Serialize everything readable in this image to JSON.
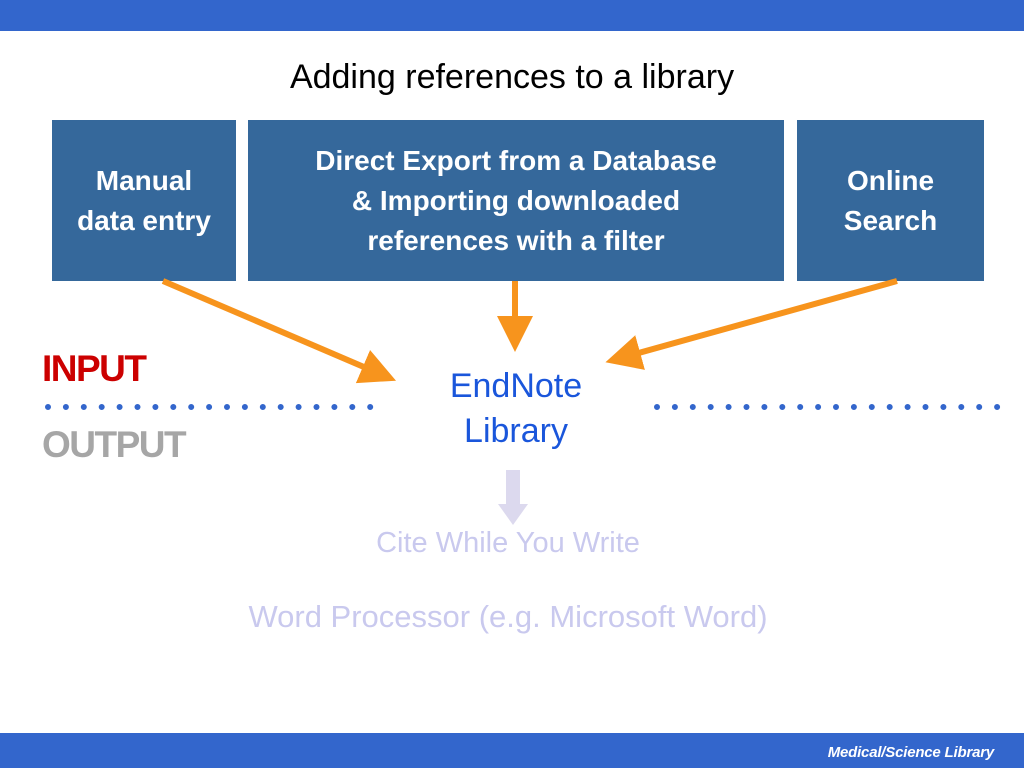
{
  "slide": {
    "title": "Adding references to a library",
    "footer": "Medical/Science Library"
  },
  "sources": [
    {
      "label": "Manual\ndata entry"
    },
    {
      "label": "Direct Export from a Database\n& Importing downloaded\nreferences with a filter"
    },
    {
      "label": "Online\nSearch"
    }
  ],
  "labels": {
    "input": "INPUT",
    "output": "OUTPUT"
  },
  "library": {
    "label": "EndNote\nLibrary"
  },
  "outputs": {
    "cite_while_you_write": "Cite While You Write",
    "word_processor": "Word Processor (e.g. Microsoft Word)"
  },
  "colors": {
    "bar": "#3366cc",
    "box": "#35689b",
    "arrow": "#f7941d",
    "dots": "#3366cc",
    "input": "#cc0000",
    "output": "#a6a6a6",
    "library": "#1a56db",
    "faded": "#c9c9ee"
  }
}
